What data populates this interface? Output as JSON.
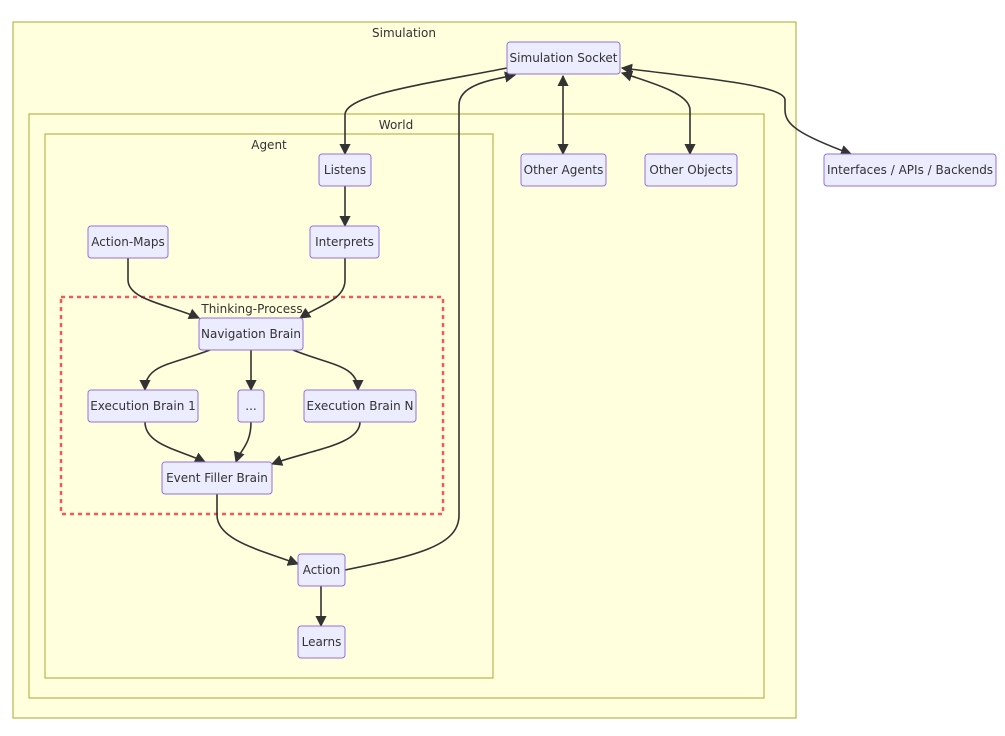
{
  "clusters": {
    "simulation": "Simulation",
    "world": "World",
    "agent": "Agent",
    "thinking": "Thinking-Process"
  },
  "nodes": {
    "socket": "Simulation Socket",
    "listens": "Listens",
    "other_agents": "Other Agents",
    "other_objects": "Other Objects",
    "interfaces": "Interfaces / APIs / Backends",
    "action_maps": "Action-Maps",
    "interprets": "Interprets",
    "nav": "Navigation Brain",
    "exec1": "Execution Brain 1",
    "dots": "...",
    "execn": "Execution Brain N",
    "filler": "Event Filler Brain",
    "action": "Action",
    "learns": "Learns"
  },
  "edges": [
    {
      "from": "socket",
      "to": "listens"
    },
    {
      "from": "action",
      "to": "socket"
    },
    {
      "from": "socket",
      "to": "other_agents",
      "bidirectional": true
    },
    {
      "from": "other_objects",
      "to": "socket",
      "bidirectional": true
    },
    {
      "from": "interfaces",
      "to": "socket",
      "bidirectional": true
    },
    {
      "from": "listens",
      "to": "interprets"
    },
    {
      "from": "action_maps",
      "to": "nav"
    },
    {
      "from": "interprets",
      "to": "nav"
    },
    {
      "from": "nav",
      "to": "exec1"
    },
    {
      "from": "nav",
      "to": "dots"
    },
    {
      "from": "nav",
      "to": "execn"
    },
    {
      "from": "exec1",
      "to": "filler"
    },
    {
      "from": "dots",
      "to": "filler"
    },
    {
      "from": "execn",
      "to": "filler"
    },
    {
      "from": "filler",
      "to": "action"
    },
    {
      "from": "action",
      "to": "learns"
    }
  ],
  "colors": {
    "cluster_fill": "#ffffde",
    "cluster_stroke": "#aaaa33",
    "node_fill": "#ececff",
    "node_stroke": "#9370db",
    "thinking_border": "#ff5555",
    "edge": "#333333"
  }
}
